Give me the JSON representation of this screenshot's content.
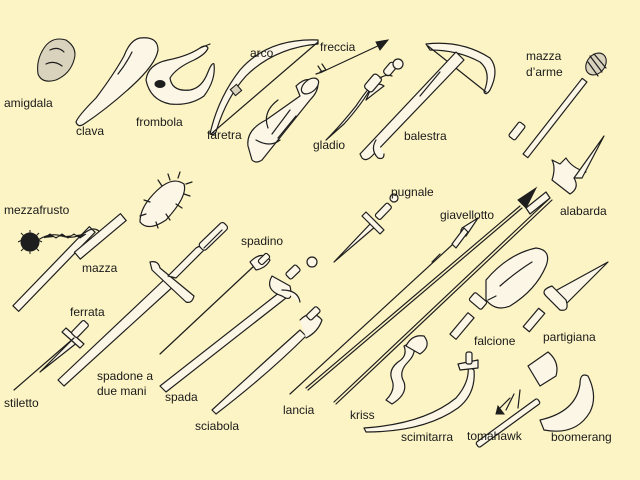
{
  "background": "#fcf4c4",
  "ink": "#1e1e1e",
  "labels": {
    "amigdala": "amigdala",
    "clava": "clava",
    "frombola": "frombola",
    "arco": "arco",
    "faretra": "faretra",
    "freccia": "freccia",
    "gladio": "gladio",
    "balestra": "balestra",
    "mazza_darme_1": "mazza",
    "mazza_darme_2": "d’arme",
    "mezzafrusto": "mezzafrusto",
    "mazza": "mazza",
    "pugnale": "pugnale",
    "giavellotto": "giavellotto",
    "alabarda": "alabarda",
    "spadino": "spadino",
    "ferrata": "ferrata",
    "spadone_1": "spadone a",
    "spadone_2": "due mani",
    "spada": "spada",
    "sciabola": "sciabola",
    "lancia": "lancia",
    "kriss": "kriss",
    "scimitarra": "scimitarra",
    "tomahawk": "tomahawk",
    "boomerang": "boomerang",
    "falcione": "falcione",
    "partigiana": "partigiana",
    "stiletto": "stiletto"
  }
}
